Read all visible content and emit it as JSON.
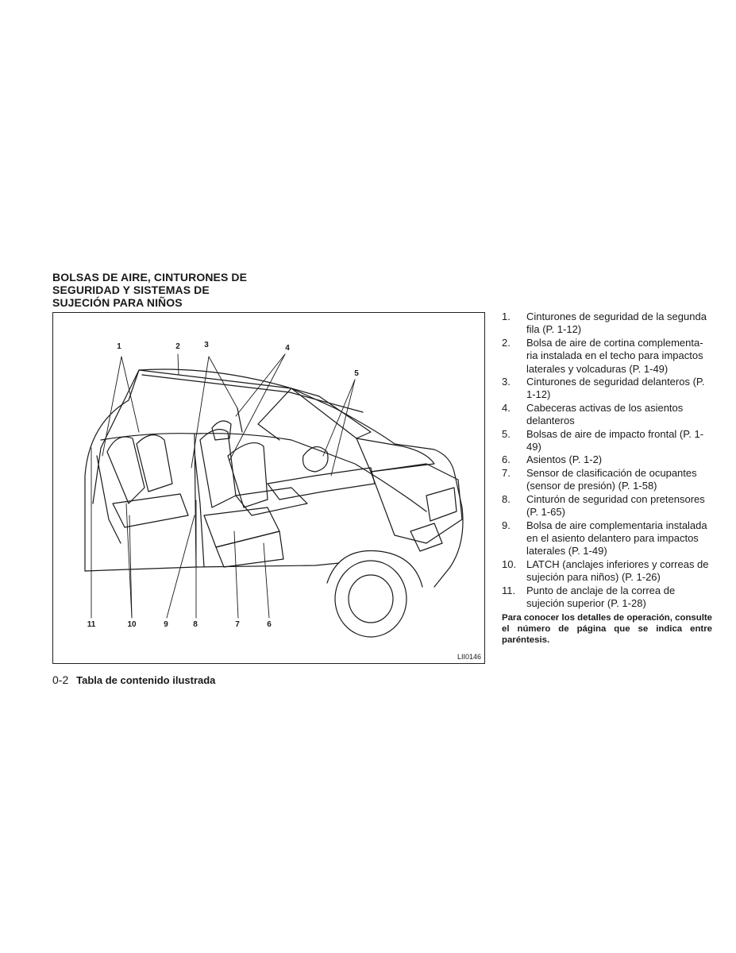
{
  "section_title": {
    "line1": "BOLSAS DE AIRE, CINTURONES DE",
    "line2": "SEGURIDAD Y SISTEMAS DE",
    "line3": "SUJECIÓN PARA NIÑOS"
  },
  "figure": {
    "code": "LII0146",
    "callouts": [
      "1",
      "2",
      "3",
      "4",
      "5",
      "11",
      "10",
      "9",
      "8",
      "7",
      "6"
    ]
  },
  "items": [
    {
      "num": "1.",
      "text": "Cinturones de seguridad de la segunda fila (P. 1-12)"
    },
    {
      "num": "2.",
      "text": "Bolsa de aire de cortina complementa-ria instalada en el techo para impactos laterales y volcaduras (P. 1-49)"
    },
    {
      "num": "3.",
      "text": "Cinturones de seguridad delanteros (P. 1-12)"
    },
    {
      "num": "4.",
      "text": "Cabeceras activas de los asientos delanteros"
    },
    {
      "num": "5.",
      "text": "Bolsas de aire de impacto frontal (P. 1-49)"
    },
    {
      "num": "6.",
      "text": "Asientos (P. 1-2)"
    },
    {
      "num": "7.",
      "text": "Sensor de clasificación de ocupantes (sensor de presión) (P. 1-58)"
    },
    {
      "num": "8.",
      "text": "Cinturón de seguridad con pretensores (P. 1-65)"
    },
    {
      "num": "9.",
      "text": "Bolsa de aire complementaria instalada en el asiento delantero para impactos laterales (P. 1-49)"
    },
    {
      "num": "10.",
      "text": "LATCH (anclajes inferiores y correas de sujeción para niños) (P. 1-26)"
    },
    {
      "num": "11.",
      "text": "Punto de anclaje de la correa de sujeción superior (P. 1-28)"
    }
  ],
  "note": "Para conocer los detalles de operación, consulte el número de página que se indica entre paréntesis.",
  "footer": {
    "page": "0-2",
    "title": "Tabla de contenido ilustrada"
  }
}
